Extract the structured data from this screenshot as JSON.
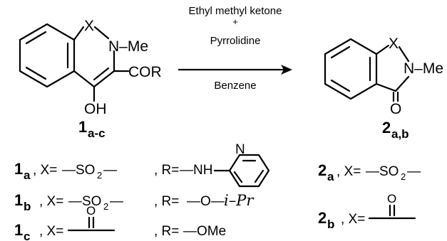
{
  "reaction": {
    "reagents": [
      "Ethyl methyl ketone",
      "+",
      "Pyrrolidine"
    ],
    "solvent": "Benzene"
  },
  "reactant": {
    "ring_x": "X",
    "n_sub": "N–Me",
    "cor": "COR",
    "oh": "OH",
    "label": "1",
    "label_sub": "a-c"
  },
  "product": {
    "ring_x": "X",
    "n_sub": "N–Me",
    "o": "O",
    "label": "2",
    "label_sub": "a,b"
  },
  "legend": {
    "r1a": {
      "num": "1",
      "sub": "a",
      "x_eq": ", X=",
      "x_group": "—SO",
      "x_2": "2",
      "x_tail": "—",
      "r_eq": ", R=",
      "r_group": "—NH"
    },
    "r1b": {
      "num": "1",
      "sub": "b",
      "x_eq": ", X=",
      "x_group": "—SO",
      "x_2": "2",
      "x_tail": "—",
      "r_eq": ", R=",
      "r_group": "—O— ",
      "r_ipr": "i–Pr"
    },
    "r1c": {
      "num": "1",
      "sub": "c",
      "x_eq": ", X=",
      "r_eq": ", R=",
      "r_group": "—OMe",
      "o_atom": "O"
    },
    "r2a": {
      "num": "2",
      "sub": "a",
      "x_eq": ", X=",
      "x_group": "—SO",
      "x_2": "2",
      "x_tail": "—"
    },
    "r2b": {
      "num": "2",
      "sub": "b",
      "x_eq": ", X=",
      "o_atom": "O"
    },
    "pyridine_n": "N"
  }
}
